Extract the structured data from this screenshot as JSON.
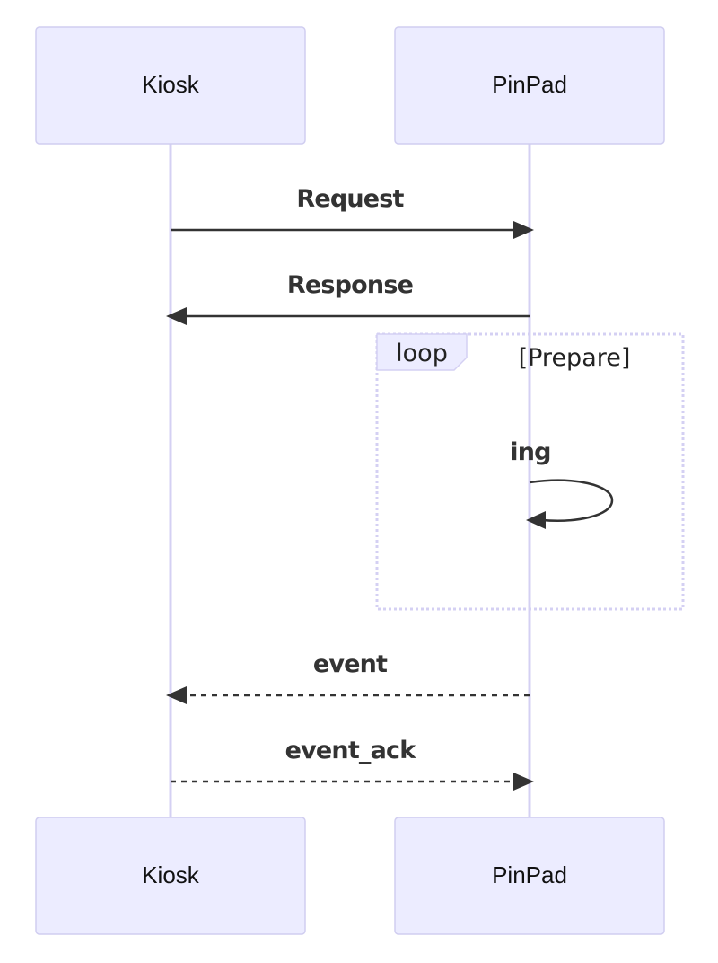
{
  "participants": [
    {
      "id": "kiosk",
      "label": "Kiosk"
    },
    {
      "id": "pinpad",
      "label": "PinPad"
    }
  ],
  "messages": [
    {
      "from": "Kiosk",
      "to": "PinPad",
      "label": "Request",
      "style": "solid"
    },
    {
      "from": "PinPad",
      "to": "Kiosk",
      "label": "Response",
      "style": "solid"
    },
    {
      "from": "PinPad",
      "to": "PinPad",
      "label": "ing",
      "style": "solid"
    },
    {
      "from": "PinPad",
      "to": "Kiosk",
      "label": "event",
      "style": "dashed"
    },
    {
      "from": "Kiosk",
      "to": "PinPad",
      "label": "event_ack",
      "style": "dashed"
    }
  ],
  "loop": {
    "keyword": "loop",
    "condition": "[Prepare]"
  },
  "colors": {
    "actor_fill": "#ECECFF",
    "actor_stroke": "#d0cdf0",
    "lifeline": "#d4d0f3",
    "message": "#333333"
  }
}
